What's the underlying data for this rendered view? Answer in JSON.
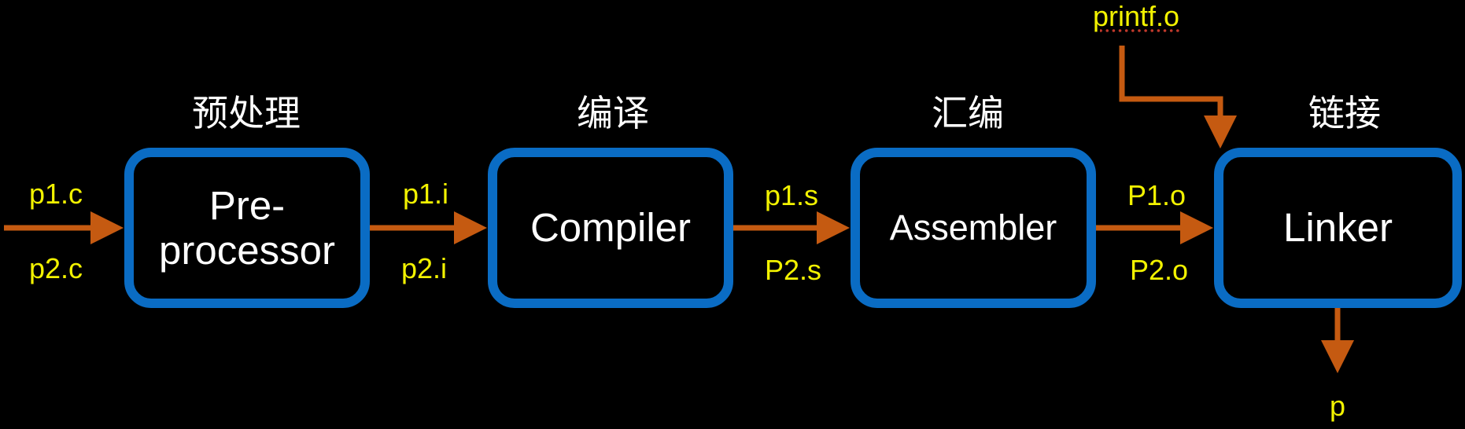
{
  "stages": [
    {
      "title": "预处理",
      "box_label": "Pre-\nprocessor"
    },
    {
      "title": "编译",
      "box_label": "Compiler"
    },
    {
      "title": "汇编",
      "box_label": "Assembler"
    },
    {
      "title": "链接",
      "box_label": "Linker"
    }
  ],
  "files": {
    "source_1": "p1.c",
    "source_2": "p2.c",
    "preprocessed_1": "p1.i",
    "preprocessed_2": "p2.i",
    "assembly_1": "p1.s",
    "assembly_2": "P2.s",
    "object_1": "P1.o",
    "object_2": "P2.o",
    "library_object": "printf.o",
    "executable": "p"
  },
  "colors": {
    "box_border": "#0a6cc4",
    "arrow": "#c55a11",
    "file_text": "#f2f200",
    "stage_text": "#ffffff",
    "background": "#000000"
  }
}
